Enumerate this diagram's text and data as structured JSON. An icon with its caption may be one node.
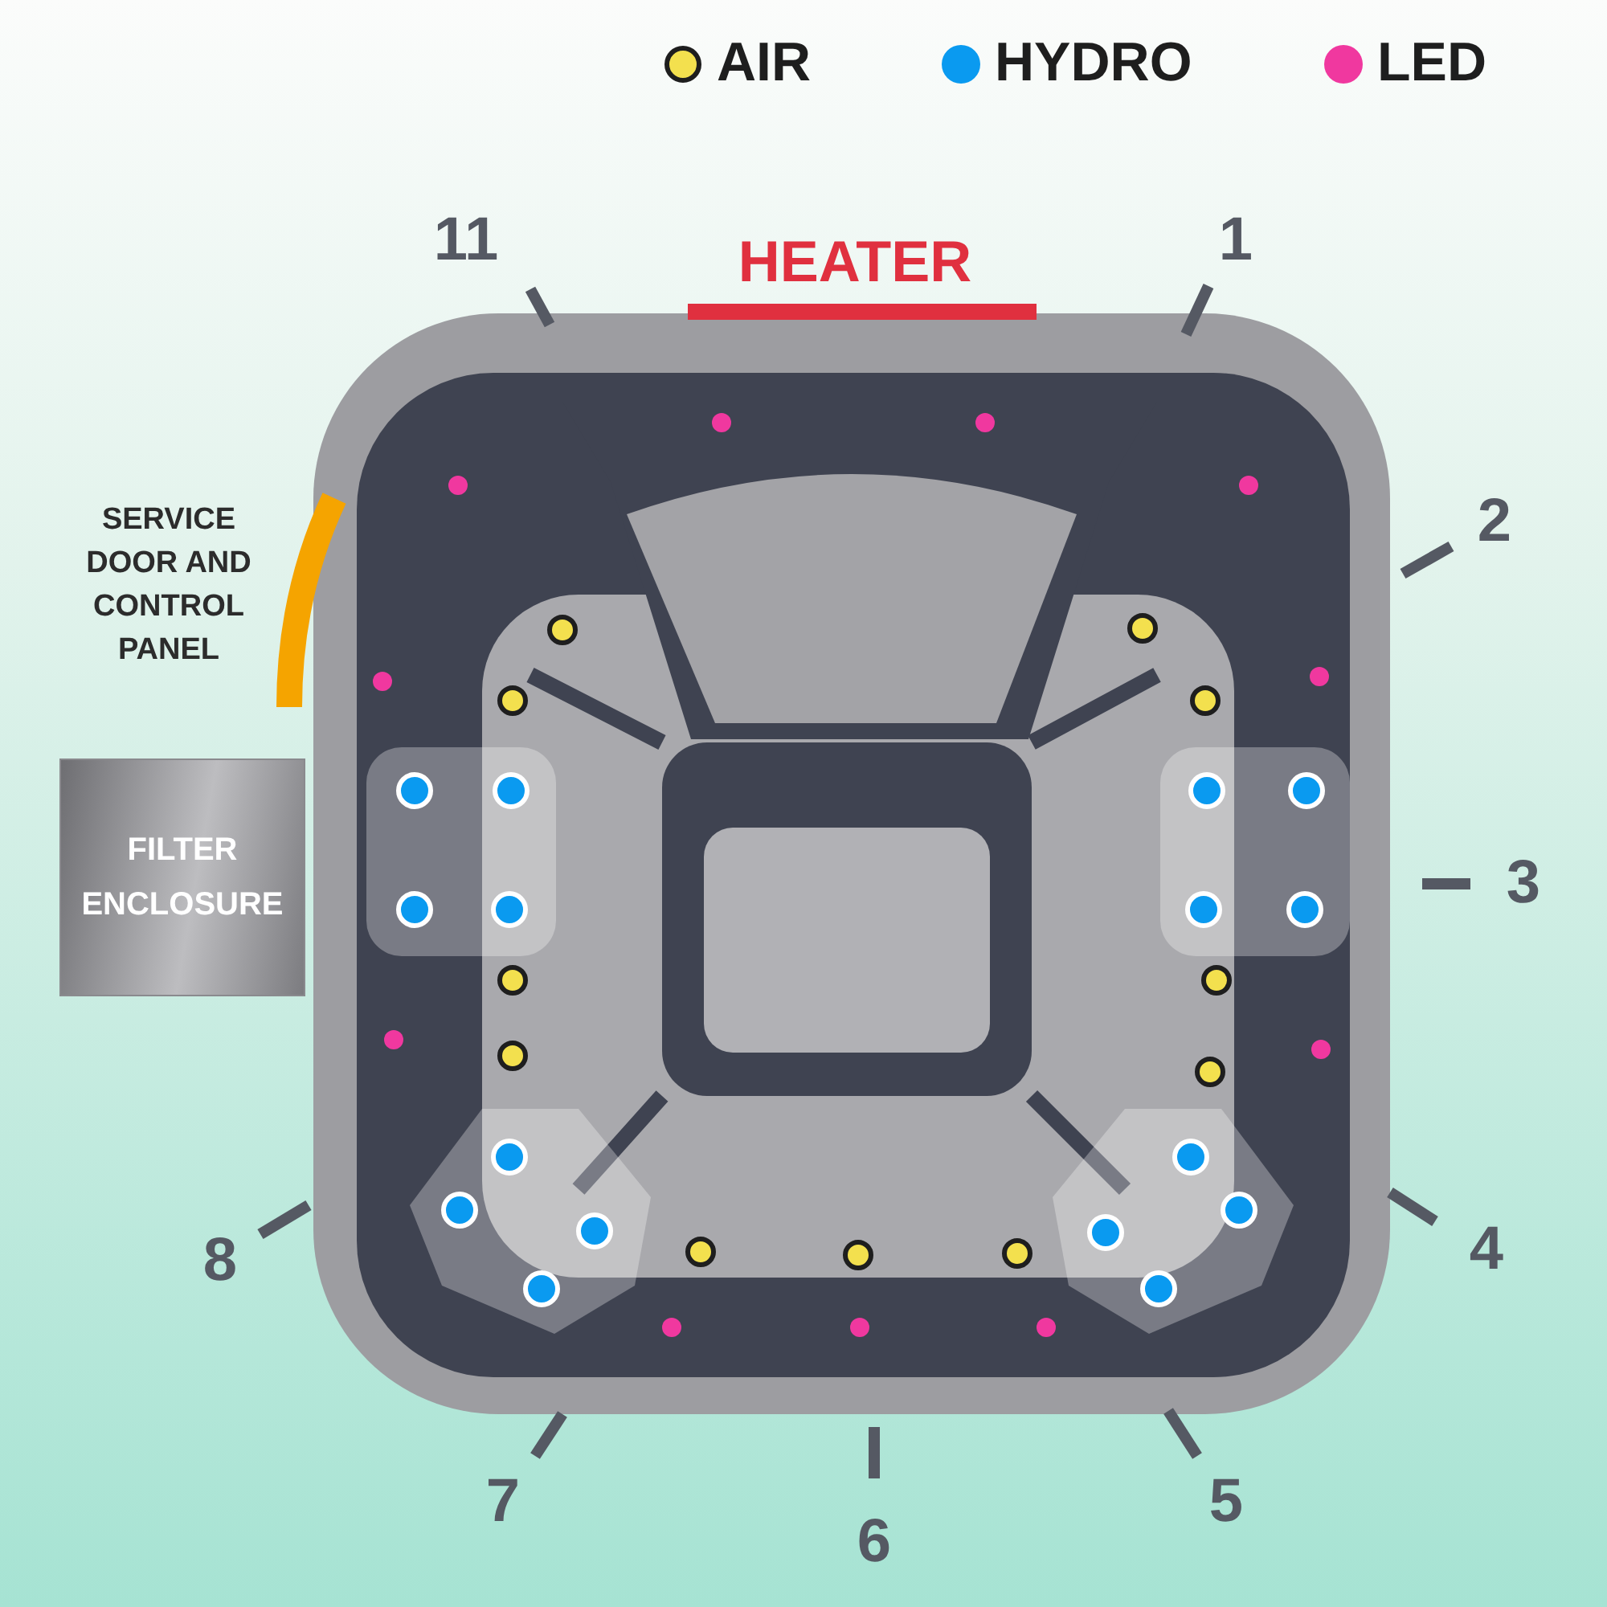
{
  "diagram": {
    "nodes": [
      {
        "text": [
          "FILTER ENCLOSURE"
        ]
      }
    ],
    "edges": [],
    "labels": [
      "11",
      "1",
      "HEATER",
      "SERVICE DOOR AND CONTROL PANEL",
      "2",
      "3",
      "8",
      "4",
      "7",
      "5",
      "6"
    ],
    "legend": [
      {
        "text": "AIR",
        "color": "#f3e04e"
      },
      {
        "text": "HYDRO",
        "color": "#0a9af0"
      },
      {
        "text": "LED",
        "color": "#f0389f"
      }
    ]
  }
}
